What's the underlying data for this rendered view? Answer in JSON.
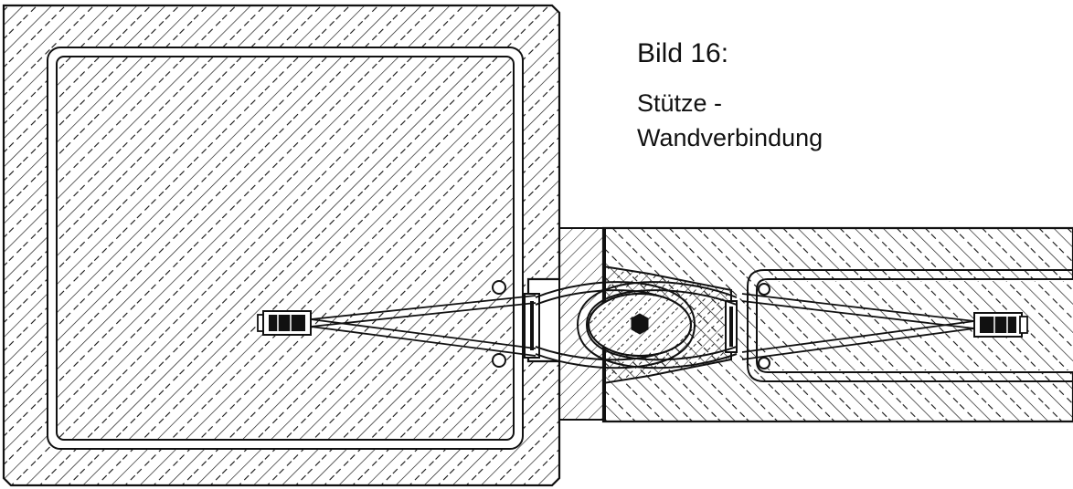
{
  "figure": {
    "number": "Bild 16:",
    "title_line1": "Stütze -",
    "title_line2": "Wandverbindung"
  },
  "colors": {
    "line": "#111111",
    "background": "#ffffff"
  }
}
